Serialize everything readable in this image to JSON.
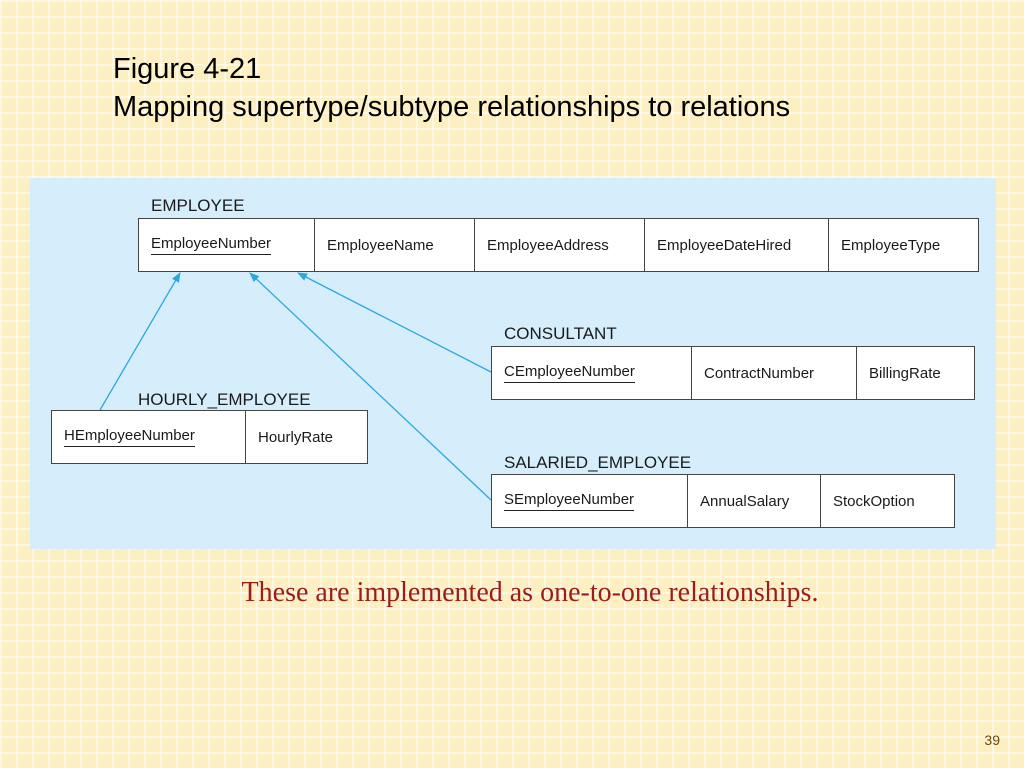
{
  "title": {
    "line1": "Figure 4-21",
    "line2": "Mapping supertype/subtype relationships to relations"
  },
  "diagram": {
    "employee": {
      "name": "EMPLOYEE",
      "cells": [
        "EmployeeNumber",
        "EmployeeName",
        "EmployeeAddress",
        "EmployeeDateHired",
        "EmployeeType"
      ]
    },
    "consultant": {
      "name": "CONSULTANT",
      "cells": [
        "CEmployeeNumber",
        "ContractNumber",
        "BillingRate"
      ]
    },
    "hourly_employee": {
      "name": "HOURLY_EMPLOYEE",
      "cells": [
        "HEmployeeNumber",
        "HourlyRate"
      ]
    },
    "salaried_employee": {
      "name": "SALARIED_EMPLOYEE",
      "cells": [
        "SEmployeeNumber",
        "AnnualSalary",
        "StockOption"
      ]
    },
    "arrow_color": "#29a8e0"
  },
  "note": "These are implemented as one-to-one relationships.",
  "page_number": "39"
}
